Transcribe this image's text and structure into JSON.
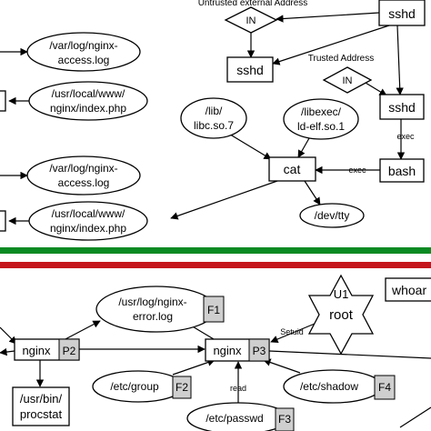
{
  "colors": {
    "band_green": "#0a8a22",
    "band_red": "#c4161c",
    "tag_gray": "#cfcfcf"
  },
  "labels": {
    "untrusted_external": "Untrusted external Address",
    "trusted_address": "Trusted Address",
    "in_1": "IN",
    "in_2": "IN",
    "exec_1": "exec",
    "exec_2": "exec",
    "setuid": "Setuid",
    "read": "read"
  },
  "upper": {
    "files": {
      "access_log_1": [
        "/var/log/nginx-",
        "access.log"
      ],
      "index_php_1": [
        "/usr/local/www/",
        "nginx/index.php"
      ],
      "access_log_2": [
        "/var/log/nginx-",
        "access.log"
      ],
      "index_php_2": [
        "/usr/local/www/",
        "nginx/index.php"
      ],
      "libc": [
        "/lib/",
        "libc.so.7"
      ],
      "ld_elf": [
        "/libexec/",
        "ld-elf.so.1"
      ],
      "dev_tty": [
        "/dev/tty"
      ]
    },
    "processes": {
      "sshd_top": "sshd",
      "sshd_mid": "sshd",
      "sshd_right": "sshd",
      "cat": "cat",
      "bash": "bash"
    }
  },
  "lower": {
    "error_log": {
      "lines": [
        "/usr/log/nginx-",
        "error.log"
      ],
      "tag": "F1"
    },
    "etc_group": {
      "lines": [
        "/etc/group"
      ],
      "tag": "F2"
    },
    "etc_passwd": {
      "lines": [
        "/etc/passwd"
      ],
      "tag": "F3"
    },
    "etc_shadow": {
      "lines": [
        "/etc/shadow"
      ],
      "tag": "F4"
    },
    "nginx_p2": {
      "label": "nginx",
      "tag": "P2"
    },
    "nginx_p3": {
      "label": "nginx",
      "tag": "P3"
    },
    "procstat": [
      "/usr/bin/",
      "procstat"
    ],
    "user": {
      "tag": "U1",
      "label": "root"
    },
    "whoami": "whoar"
  }
}
